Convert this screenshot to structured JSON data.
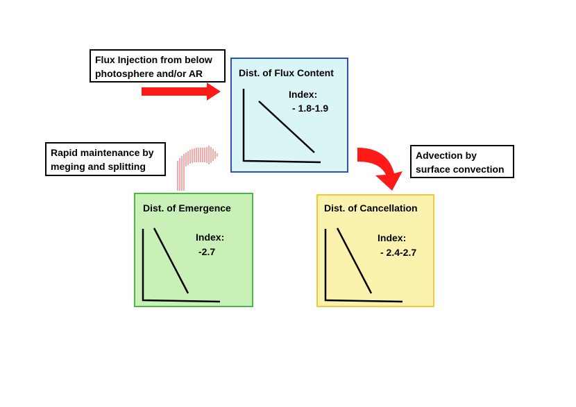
{
  "labels": {
    "injection": {
      "line1": "Flux Injection from below",
      "line2": "photosphere and/or AR"
    },
    "maintenance": {
      "line1": "Rapid maintenance by",
      "line2": "meging and splitting"
    },
    "advection": {
      "line1": "Advection by",
      "line2": "surface convection"
    }
  },
  "panels": {
    "flux_content": {
      "title": "Dist. of Flux Content",
      "index_label": "Index:",
      "index_value": "- 1.8-1.9",
      "color": "#d9f5f5",
      "border": "#2e4fbf"
    },
    "emergence": {
      "title": "Dist. of Emergence",
      "index_label": "Index:",
      "index_value": "-2.7",
      "color": "#c9f0b6",
      "border": "#4cb846"
    },
    "cancellation": {
      "title": "Dist. of Cancellation",
      "index_label": "Index:",
      "index_value": "- 2.4-2.7",
      "color": "#fbf3ad",
      "border": "#f2c840"
    }
  },
  "colors": {
    "arrow_red": "#ff1a1a",
    "stripe_red": "#e85050"
  }
}
